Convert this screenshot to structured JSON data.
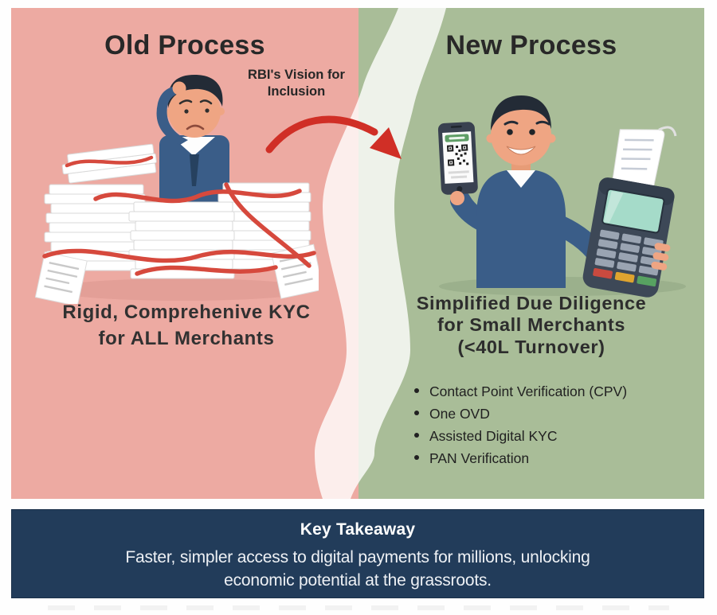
{
  "colors": {
    "pink": "#edaaa2",
    "green": "#a9bd98",
    "navy": "#223c5a",
    "red": "#d02f26",
    "ink": "#2c2c2c",
    "sweater": "#3a5d88",
    "skin": "#efa583",
    "ribbon": "#d6493d",
    "mint": "#a5dbc9"
  },
  "old_section": {
    "title": "Old Process",
    "heading_line1": "Rigid, Comprehenive KYC",
    "heading_line2": "for ALL Merchants"
  },
  "transition": {
    "label_line1": "RBI's Vision for",
    "label_line2": "Inclusion"
  },
  "new_section": {
    "title": "New Process",
    "heading_line1": "Simplified Due Diligence",
    "heading_line2": "for Small Merchants",
    "heading_line3": "(<40L Turnover)",
    "bullets": [
      "Contact Point Verification (CPV)",
      "One OVD",
      "Assisted Digital KYC",
      "PAN Verification"
    ]
  },
  "takeaway": {
    "title": "Key Takeaway",
    "body": "Faster, simpler access to digital payments for millions, unlocking\neconomic potential at the grassroots."
  }
}
